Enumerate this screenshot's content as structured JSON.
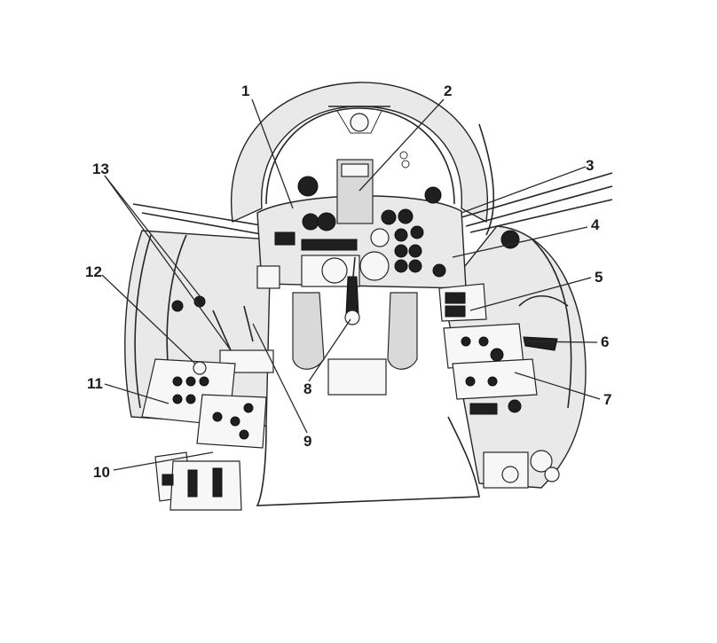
{
  "callouts": [
    {
      "id": "1",
      "label": "1"
    },
    {
      "id": "2",
      "label": "2"
    },
    {
      "id": "3",
      "label": "3"
    },
    {
      "id": "4",
      "label": "4"
    },
    {
      "id": "5",
      "label": "5"
    },
    {
      "id": "6",
      "label": "6"
    },
    {
      "id": "7",
      "label": "7"
    },
    {
      "id": "8",
      "label": "8"
    },
    {
      "id": "9",
      "label": "9"
    },
    {
      "id": "10",
      "label": "10"
    },
    {
      "id": "11",
      "label": "11"
    },
    {
      "id": "12",
      "label": "12"
    },
    {
      "id": "13",
      "label": "13"
    }
  ],
  "colors": {
    "ink": "#262626",
    "panel": "#e9e9e9",
    "background": "#ffffff"
  }
}
